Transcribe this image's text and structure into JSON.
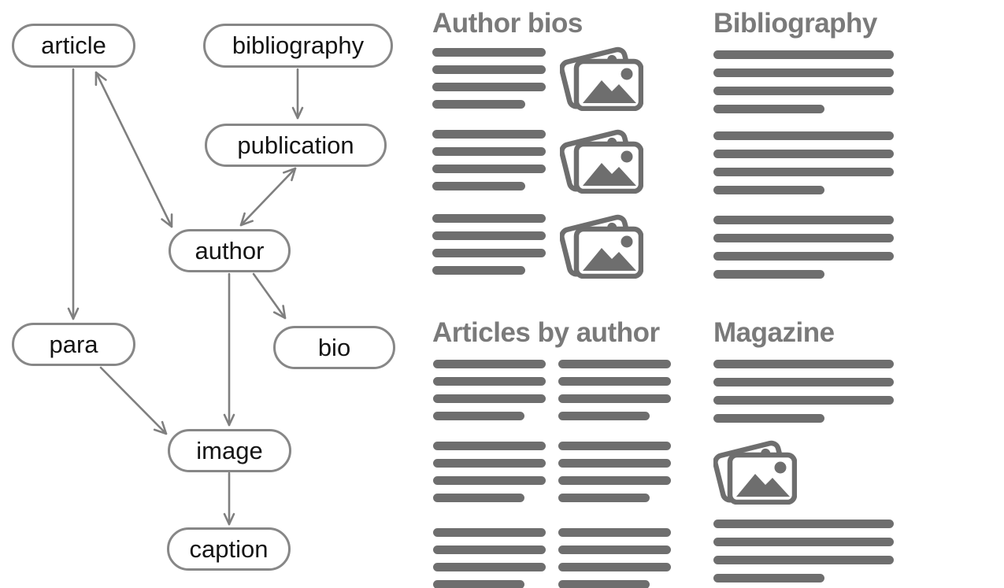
{
  "colors": {
    "background": "#ffffff",
    "node_border": "#878787",
    "node_text": "#141414",
    "arrow": "#7f7f7f",
    "panel_heading": "#7a7a7a",
    "placeholder_bar": "#6e6e6e",
    "photo_icon": "#6e6e6e"
  },
  "diagram": {
    "nodes": [
      {
        "id": "article",
        "label": "article"
      },
      {
        "id": "bibliography",
        "label": "bibliography"
      },
      {
        "id": "publication",
        "label": "publication"
      },
      {
        "id": "author",
        "label": "author"
      },
      {
        "id": "para",
        "label": "para"
      },
      {
        "id": "bio",
        "label": "bio"
      },
      {
        "id": "image",
        "label": "image"
      },
      {
        "id": "caption",
        "label": "caption"
      }
    ],
    "edges": [
      {
        "from": "bibliography",
        "to": "publication",
        "direction": "one-way"
      },
      {
        "from": "article",
        "to": "para",
        "direction": "one-way"
      },
      {
        "from": "article",
        "to": "author",
        "direction": "two-way"
      },
      {
        "from": "publication",
        "to": "author",
        "direction": "two-way"
      },
      {
        "from": "author",
        "to": "bio",
        "direction": "one-way"
      },
      {
        "from": "author",
        "to": "image",
        "direction": "one-way"
      },
      {
        "from": "para",
        "to": "image",
        "direction": "one-way"
      },
      {
        "from": "image",
        "to": "caption",
        "direction": "one-way"
      }
    ]
  },
  "panels": [
    {
      "id": "author-bios",
      "title": "Author bios",
      "blocks": 3,
      "lines_per_block": 4,
      "photo_per_block": true
    },
    {
      "id": "bibliography",
      "title": "Bibliography",
      "blocks": 3,
      "lines_per_block": 4,
      "photo_per_block": false
    },
    {
      "id": "articles-by-author",
      "title": "Articles by author",
      "columns": 2,
      "blocks_per_column": 3,
      "lines_per_block": 4
    },
    {
      "id": "magazine",
      "title": "Magazine",
      "blocks": 2,
      "lines_per_block": 4,
      "photo_between_blocks": true
    }
  ],
  "icons": {
    "photo": "photo-stack-icon"
  }
}
